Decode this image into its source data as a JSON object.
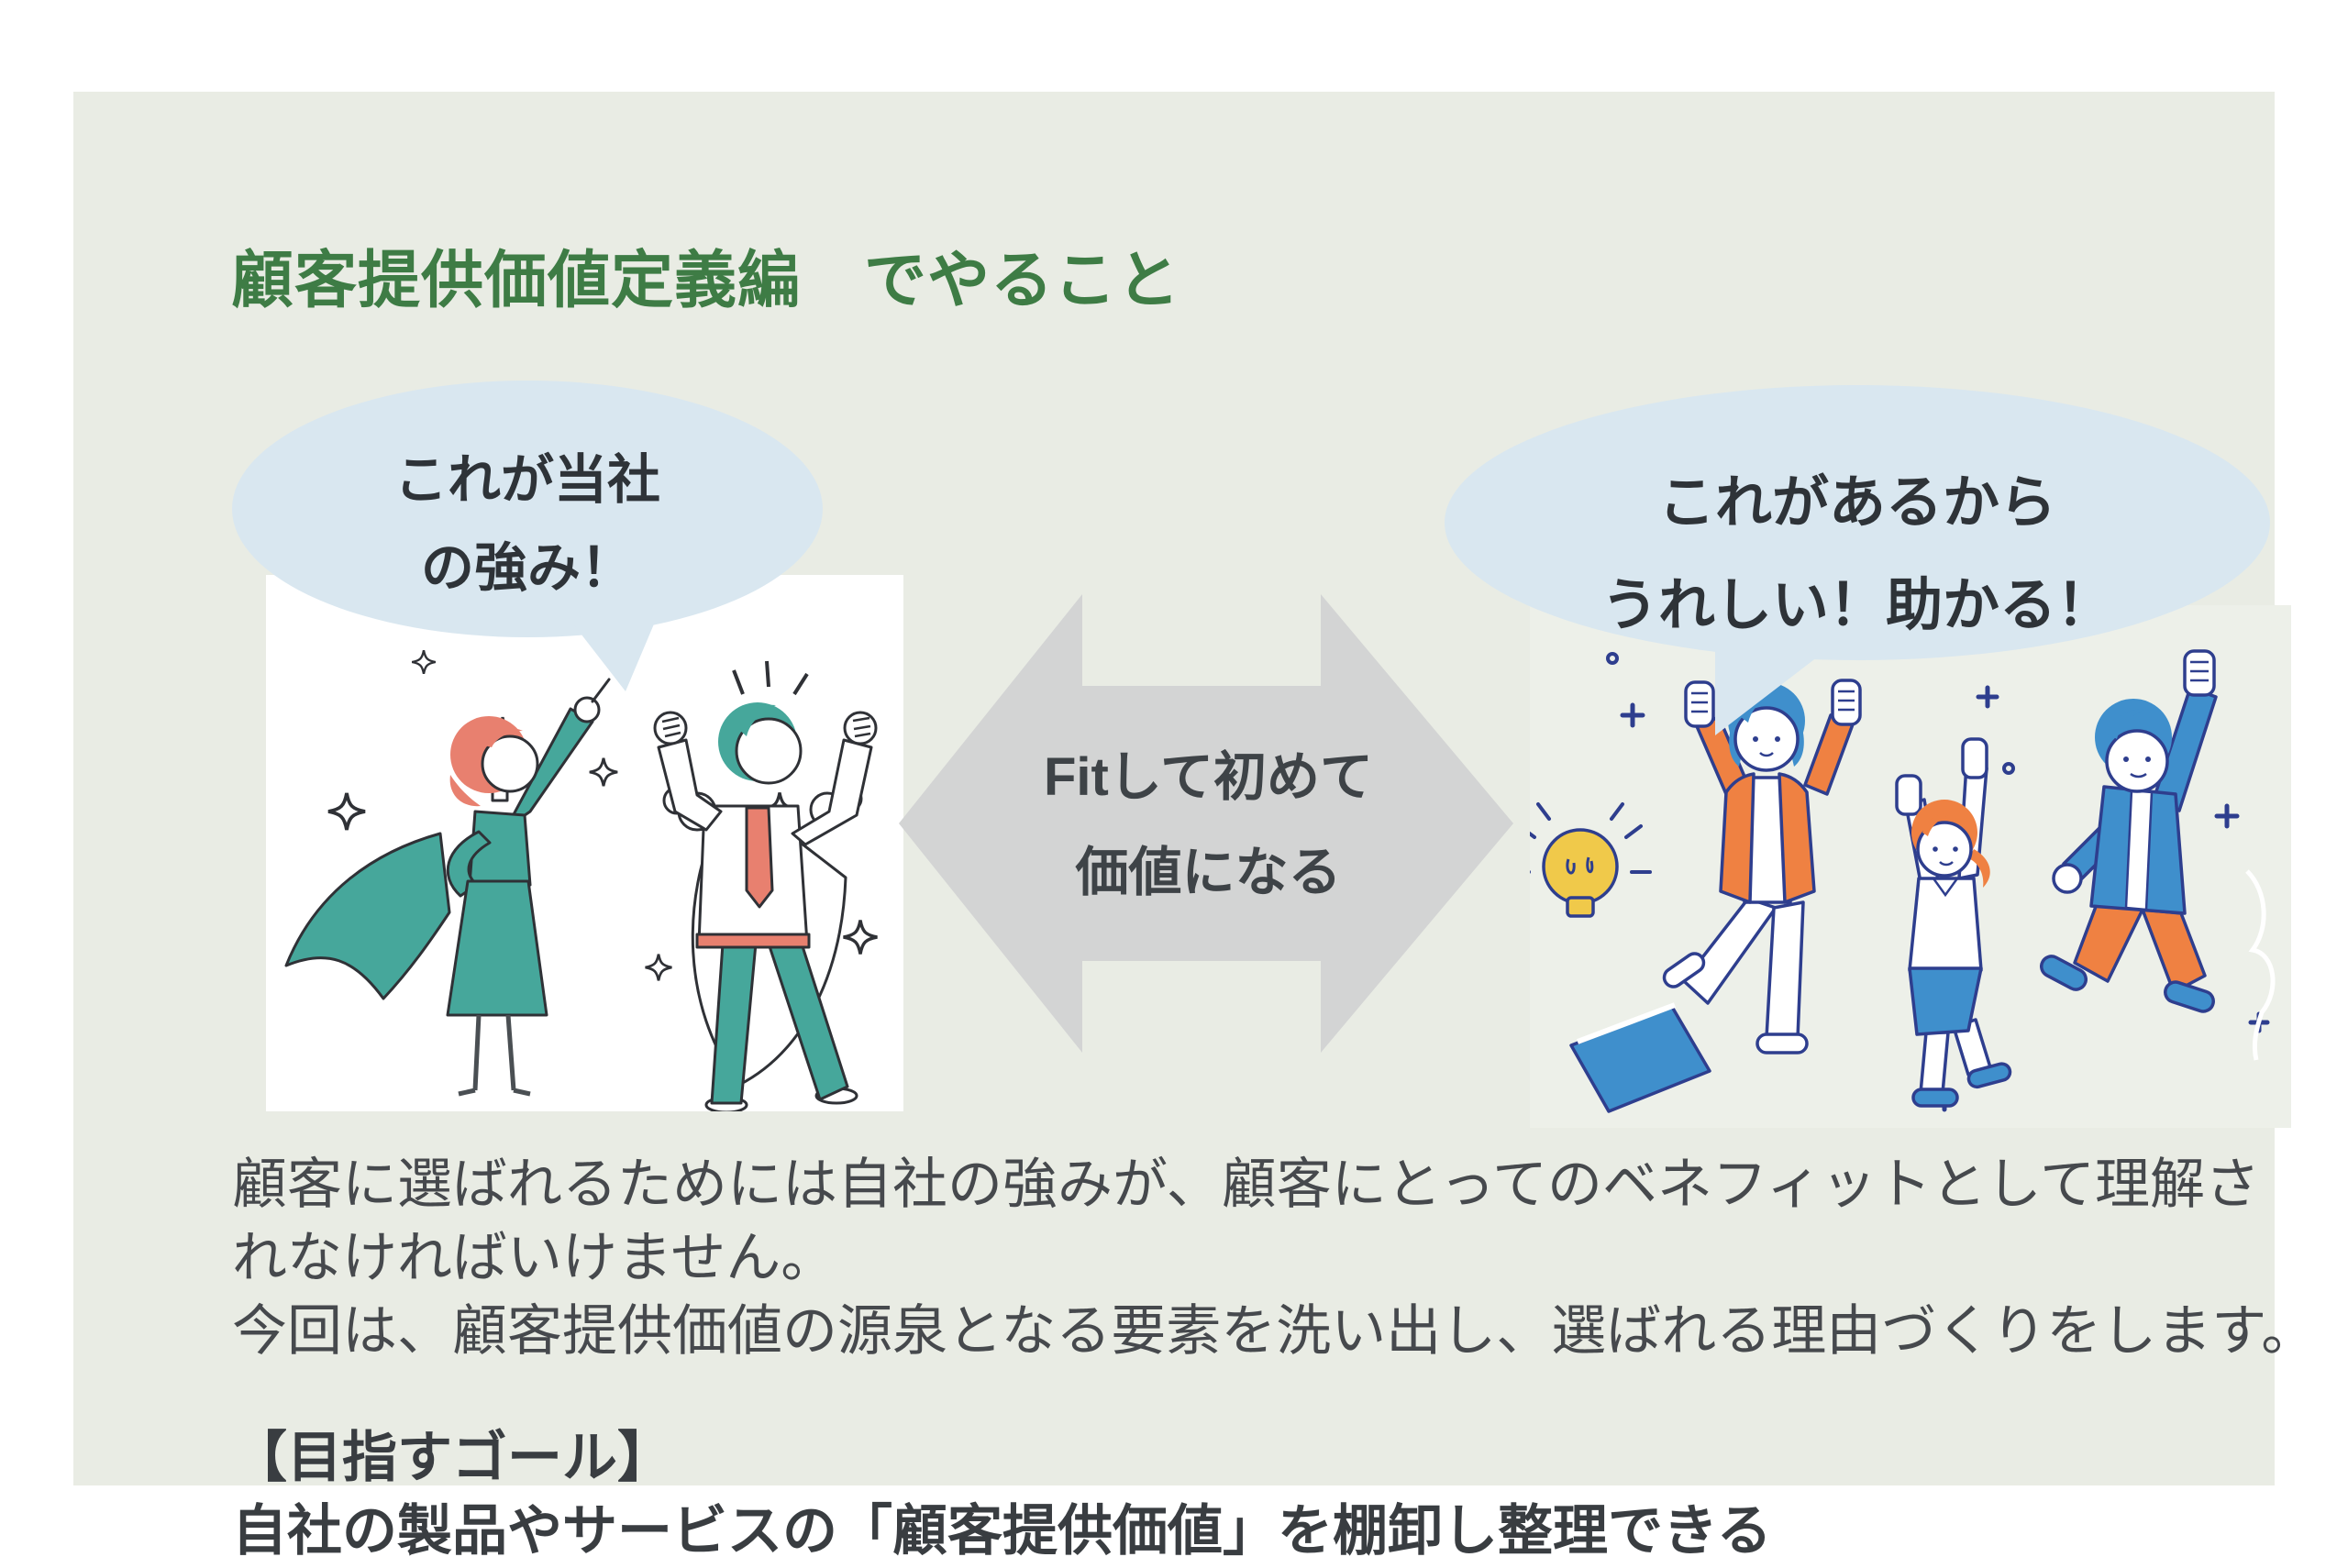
{
  "title": {
    "text": "顧客提供価値定義編　でやること"
  },
  "palette": {
    "page_bg": "#ffffff",
    "panel_bg": "#e9ece4",
    "title_green": "#3e7c45",
    "bubble_blue": "#d9e7f0",
    "arrow_gray": "#d3d4d4",
    "arrow_text": "#3e4347",
    "body_text": "#46494d",
    "bold_text": "#393d41",
    "illus_teal": "#46a79b",
    "illus_salmon": "#e8806f",
    "illus_orange": "#ef8142",
    "illus_blue": "#3f8fcc",
    "illus_navy": "#2e3e8e",
    "illus_yellow": "#f0c94a"
  },
  "left_bubble": {
    "line1": "これが当社",
    "line2": "の強み！"
  },
  "right_bubble": {
    "line1": "これがあるから",
    "line2": "うれしい！助かる！"
  },
  "arrow": {
    "line1": "Fitして初めて",
    "line2": "価値になる"
  },
  "paragraph": {
    "lines": [
      "顧客に選ばれるためには自社の強みが、顧客にとってのベネフィットとして理解さ",
      "れなければいけません。",
      "今回は、顧客提供価値の源泉となる要素を洗い出し、選ばれる理由づくりをします。"
    ]
  },
  "goal": {
    "heading": "【目指すゴール】",
    "text": "自社の製品やサービスの「顧客提供価値」を棚卸し整理できる"
  },
  "icons": {
    "left_scene": [
      "sparkle-star-icon",
      "superwoman-figure",
      "superman-figure"
    ],
    "right_scene": [
      "lightbulb-icon",
      "book-icon",
      "plus-sparkle-icon",
      "jumping-person-figures"
    ]
  }
}
